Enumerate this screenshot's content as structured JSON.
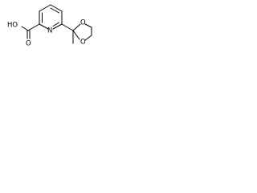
{
  "molecule": {
    "atoms": {
      "ho": "HO",
      "o_carbonyl": "O",
      "n_ring": "N",
      "o_dioxolane_top": "O",
      "o_dioxolane_bottom": "O"
    }
  }
}
